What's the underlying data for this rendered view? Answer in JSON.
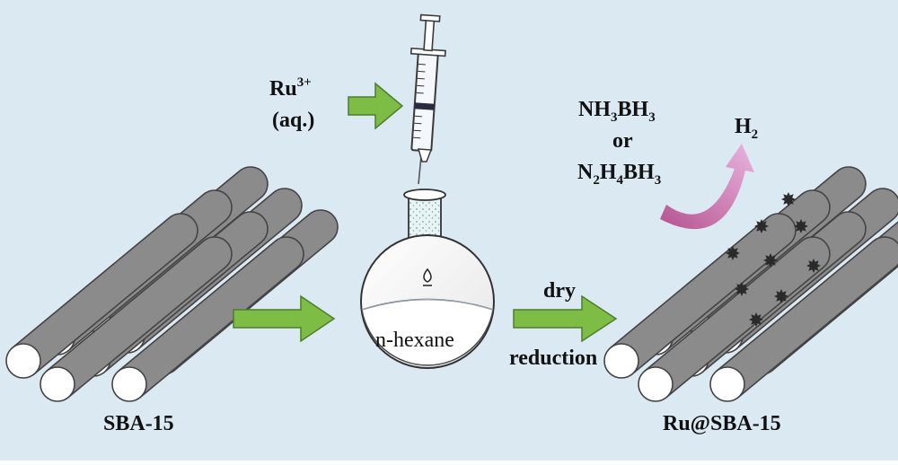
{
  "colors": {
    "background": "#dbe9f2",
    "arrow_green": "#7dbd45",
    "arrow_green_edge": "#4c7f2a",
    "rod_gray": "#8b8b8b",
    "rod_end": "#ffffff",
    "h2_arrow": "#d88fcb",
    "particles": "#2a2a2a"
  },
  "labels": {
    "ru_ion_main": "Ru",
    "ru_ion_sup": "3+",
    "aq": "(aq.)",
    "solvent_italic": "n",
    "solvent_rest": "-hexane",
    "dry": "dry",
    "reduction": "reduction",
    "sba15": "SBA-15",
    "ru_sba15": "Ru@SBA-15",
    "h2_main": "H",
    "h2_sub": "2",
    "or": "or",
    "nh3bh3": {
      "p1": "NH",
      "s1": "3",
      "p2": "BH",
      "s2": "3"
    },
    "n2h4bh3": {
      "p1": "N",
      "s1": "2",
      "p2": "H",
      "s2": "4",
      "p3": "BH",
      "s3": "3"
    }
  },
  "icons": [
    "syringe-icon",
    "round-bottom-flask-icon",
    "mesoporous-rod-bundle-icon",
    "ru-nanoparticle-icon"
  ]
}
